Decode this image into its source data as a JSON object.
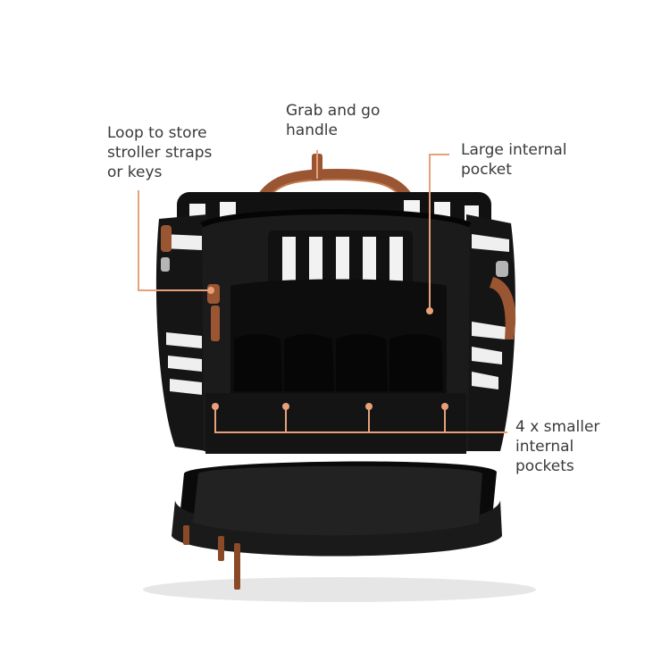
{
  "callouts": [
    {
      "id": "loop",
      "text": "Loop to store\nstroller straps\nor keys"
    },
    {
      "id": "handle",
      "text": "Grab and go\nhandle"
    },
    {
      "id": "large_pocket",
      "text": "Large internal\npocket"
    },
    {
      "id": "small_pockets",
      "text": "4 x smaller\ninternal\npockets"
    }
  ],
  "colors": {
    "callout_line": "#e8a07a",
    "label_text": "#3a3a3a",
    "bag_body": "#0f0f0f",
    "stripe_white": "#f4f4f4",
    "leather": "#9a5632"
  }
}
